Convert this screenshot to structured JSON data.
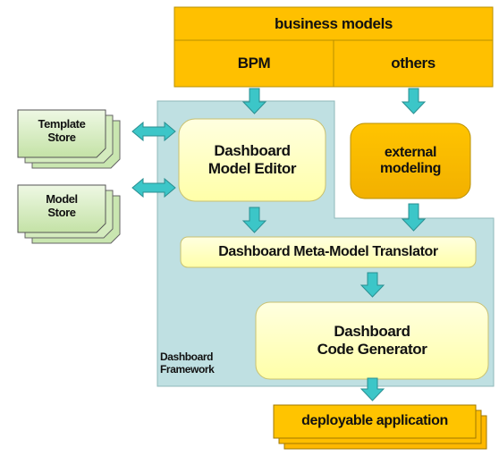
{
  "business_models": {
    "title": "business models",
    "bpm": "BPM",
    "others": "others"
  },
  "stores": {
    "template_store": "Template\nStore",
    "model_store": "Model\nStore"
  },
  "framework": {
    "label": "Dashboard\nFramework",
    "model_editor": "Dashboard\nModel Editor",
    "external_modeling": "external\nmodeling",
    "meta_model_translator": "Dashboard Meta-Model Translator",
    "code_generator": "Dashboard\nCode Generator"
  },
  "output": {
    "deployable_application": "deployable application"
  },
  "colors": {
    "orange": "#FFC000",
    "orange_border": "#C8A000",
    "pale_yellow": "#FFFFC0",
    "light_yellow": "#FFFF99",
    "framework_bg": "#BFE0E2",
    "arrow_teal": "#3CC6C8",
    "store_green": "#D8EFC0"
  }
}
